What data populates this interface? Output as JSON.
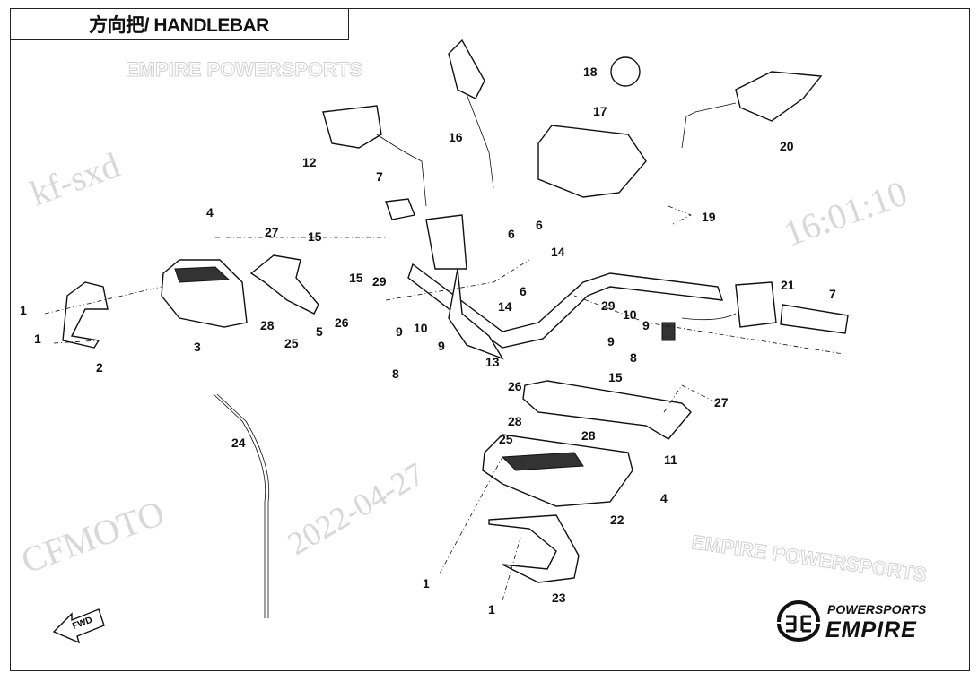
{
  "title": "方向把/ HANDLEBAR",
  "watermarks": [
    "CFMOTO",
    "kf-sxd",
    "2022-04-27",
    "16:01:10",
    "EMPIRE POWERSPORTS"
  ],
  "logo": {
    "line1": "POWERSPORTS",
    "line2": "EMPIRE"
  },
  "fwd_label": "FWD",
  "callouts": [
    "18",
    "17",
    "16",
    "20",
    "12",
    "7",
    "19",
    "4",
    "27",
    "15",
    "6",
    "6",
    "14",
    "21",
    "7",
    "15",
    "29",
    "1",
    "1",
    "3",
    "28",
    "25",
    "5",
    "26",
    "9",
    "10",
    "9",
    "8",
    "13",
    "14",
    "6",
    "29",
    "10",
    "9",
    "9",
    "8",
    "2",
    "26",
    "15",
    "27",
    "28",
    "25",
    "28",
    "24",
    "11",
    "4",
    "22",
    "1",
    "23",
    "1"
  ]
}
